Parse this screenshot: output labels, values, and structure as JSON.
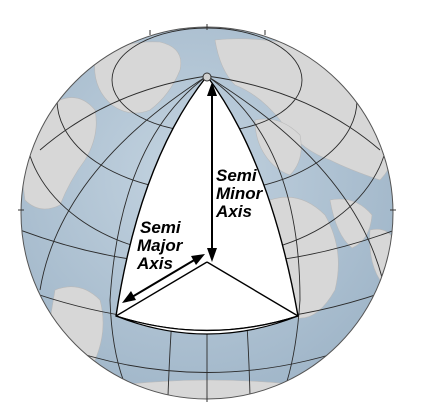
{
  "labels": {
    "semi_minor_axis": [
      "Semi",
      "Minor",
      "Axis"
    ],
    "semi_major_axis": [
      "Semi",
      "Major",
      "Axis"
    ]
  },
  "colors": {
    "ocean": "#b7c9d8",
    "land": "#d7d7d7",
    "graticule": "#2b2b2b",
    "cutaway": "#ffffff",
    "outline": "#000000"
  }
}
